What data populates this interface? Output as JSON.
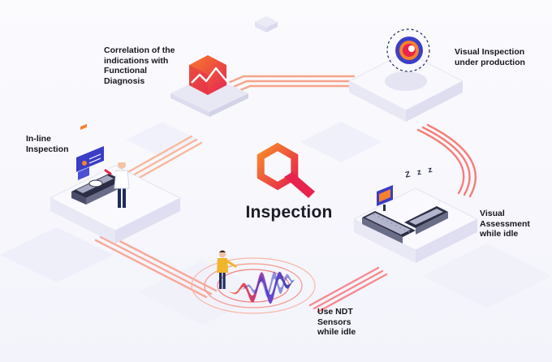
{
  "title": "Inspection",
  "nodes": {
    "correlation": "Correlation of the\nindications with\nFunctional\nDiagnosis",
    "visual_inspection": "Visual Inspection\nunder production",
    "inline": "In-line\nInspection",
    "visual_assessment": "Visual\nAssessment\nwhile idle",
    "ndt": "Use NDT\nSensors\nwhile idle"
  },
  "idle_glyph": "Z z z",
  "colors": {
    "brand_red": "#e8254a",
    "brand_orange": "#f5812c",
    "connector": "#f7a48a",
    "wave_purple": "#5a3fd3",
    "wave_blue": "#2c3e9a",
    "platform": "#f6f6fb",
    "platform_shadow": "#e7e7f4",
    "text": "#16171c"
  },
  "icons": {
    "center": "magnifier-logo-icon",
    "correlation": "hexagon-chart-icon",
    "visual_inspection": "camera-eye-icon",
    "inline": "inline-worker-conveyor-icon",
    "visual_assessment": "idle-conveyor-screen-icon",
    "ndt": "ndt-wave-sensor-icon"
  }
}
